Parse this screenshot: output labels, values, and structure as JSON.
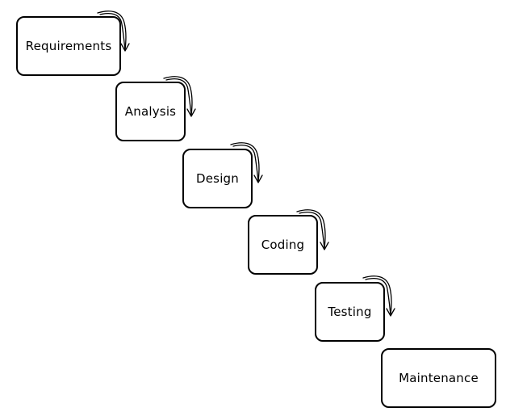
{
  "stages": [
    {
      "label": "Requirements"
    },
    {
      "label": "Analysis"
    },
    {
      "label": "Design"
    },
    {
      "label": "Coding"
    },
    {
      "label": "Testing"
    },
    {
      "label": "Maintenance"
    }
  ]
}
